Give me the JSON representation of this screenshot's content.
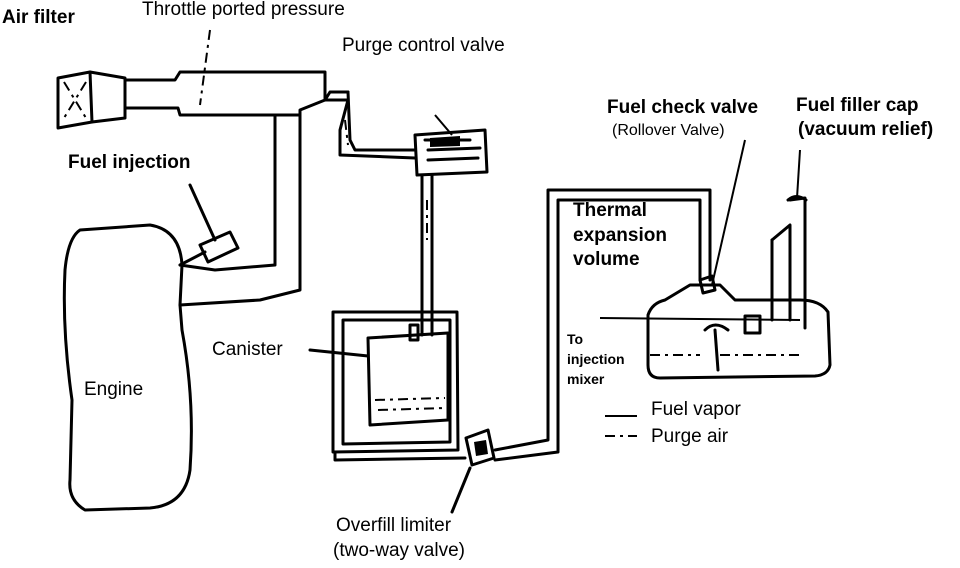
{
  "labels": {
    "air_filter": "Air filter",
    "throttle_ported_pressure": "Throttle ported pressure",
    "purge_control_valve": "Purge control valve",
    "fuel_injection": "Fuel injection",
    "fuel_check_valve": "Fuel check valve",
    "rollover_valve": "(Rollover Valve)",
    "fuel_filler_cap": "Fuel filler cap",
    "vacuum_relief": "(vacuum relief)",
    "thermal_expansion_1": "Thermal",
    "thermal_expansion_2": "expansion",
    "thermal_expansion_3": "volume",
    "to_injection_1": "To",
    "to_injection_2": "injection",
    "to_injection_3": "mixer",
    "canister": "Canister",
    "engine": "Engine",
    "overfill_limiter": "Overfill limiter",
    "two_way_valve": "(two-way valve)"
  },
  "legend": {
    "fuel_vapor": "Fuel vapor",
    "purge_air": "Purge air"
  }
}
